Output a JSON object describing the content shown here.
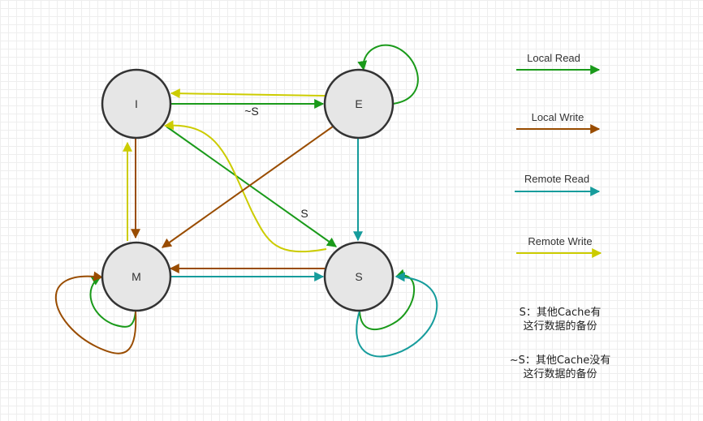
{
  "diagram": {
    "states": {
      "I": {
        "label": "I"
      },
      "E": {
        "label": "E"
      },
      "M": {
        "label": "M"
      },
      "S": {
        "label": "S"
      }
    },
    "edge_labels": {
      "i_to_e": "~S",
      "i_to_s": "S"
    },
    "colors": {
      "local_read": "#1a9a1a",
      "local_write": "#994c00",
      "remote_read": "#169c9c",
      "remote_write": "#cccc00"
    },
    "transitions": [
      {
        "from": "I",
        "to": "E",
        "event": "Local Read",
        "condition": "~S"
      },
      {
        "from": "I",
        "to": "S",
        "event": "Local Read",
        "condition": "S"
      },
      {
        "from": "I",
        "to": "M",
        "event": "Local Write"
      },
      {
        "from": "E",
        "to": "E",
        "event": "Local Read"
      },
      {
        "from": "E",
        "to": "I",
        "event": "Remote Write"
      },
      {
        "from": "E",
        "to": "M",
        "event": "Local Write"
      },
      {
        "from": "E",
        "to": "S",
        "event": "Remote Read"
      },
      {
        "from": "M",
        "to": "M",
        "event": "Local Read"
      },
      {
        "from": "M",
        "to": "M",
        "event": "Local Write"
      },
      {
        "from": "M",
        "to": "I",
        "event": "Remote Write"
      },
      {
        "from": "M",
        "to": "S",
        "event": "Remote Read"
      },
      {
        "from": "S",
        "to": "S",
        "event": "Local Read"
      },
      {
        "from": "S",
        "to": "S",
        "event": "Remote Read"
      },
      {
        "from": "S",
        "to": "I",
        "event": "Remote Write"
      },
      {
        "from": "S",
        "to": "M",
        "event": "Local Write"
      }
    ]
  },
  "legend": {
    "local_read": "Local Read",
    "local_write": "Local Write",
    "remote_read": "Remote Read",
    "remote_write": "Remote Write"
  },
  "notes": {
    "s_line1": "S：其他Cache有",
    "s_line2": "这行数据的备份",
    "not_s_line1": "~S：其他Cache没有",
    "not_s_line2": "这行数据的备份"
  }
}
